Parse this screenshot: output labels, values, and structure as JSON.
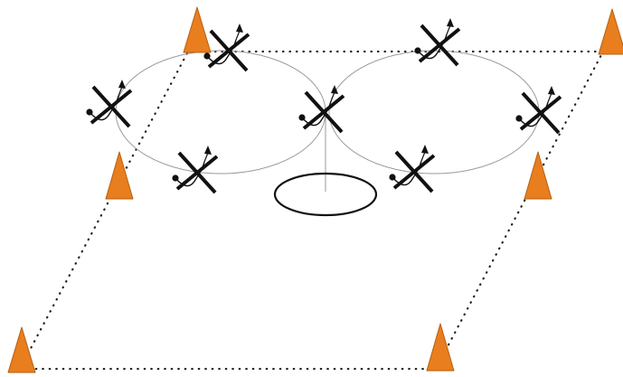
{
  "diagram": {
    "type": "figure-eight flight pattern",
    "colors": {
      "background": "#ffffff",
      "cone": "#e87e1e",
      "cone_stroke": "#b85f10",
      "dotted_boundary": "#222222",
      "flight_path": "#9a9a9a",
      "aircraft": "#111111",
      "landing_pad": "#111111",
      "post": "#9a9a9a"
    },
    "cones": [
      {
        "id": "cone-top-left"
      },
      {
        "id": "cone-top-right"
      },
      {
        "id": "cone-mid-left"
      },
      {
        "id": "cone-mid-right"
      },
      {
        "id": "cone-bottom-left"
      },
      {
        "id": "cone-bottom-right"
      }
    ],
    "aircraft": [
      {
        "id": "aircraft-1"
      },
      {
        "id": "aircraft-2"
      },
      {
        "id": "aircraft-3"
      },
      {
        "id": "aircraft-4"
      },
      {
        "id": "aircraft-5"
      },
      {
        "id": "aircraft-6"
      },
      {
        "id": "aircraft-7"
      },
      {
        "id": "aircraft-8"
      }
    ],
    "icons": {
      "cone": "traffic-cone-icon",
      "aircraft": "quadcopter-icon",
      "pad": "landing-pad-icon"
    }
  }
}
